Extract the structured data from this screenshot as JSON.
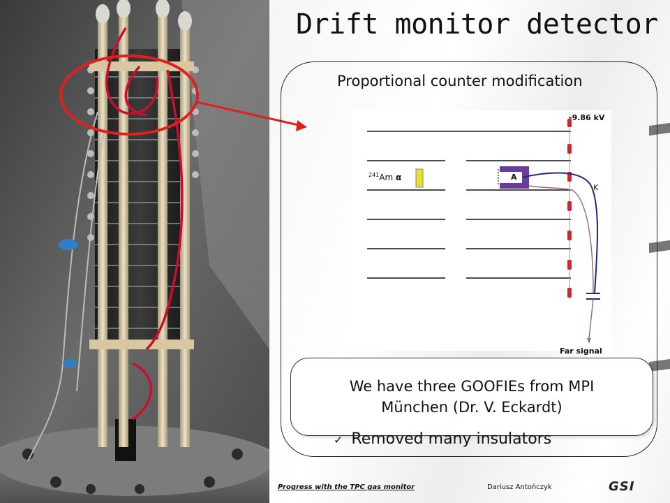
{
  "slide": {
    "title": "Drift monitor detector",
    "subtitle": "Proportional counter modification",
    "callout": "We have three GOOFIEs from MPI München   (Dr. V. Eckardt)",
    "bullet": "Removed many insulators",
    "footer_left": "Progress with the TPC gas monitor",
    "footer_right": "Dariusz Antończyk",
    "logo_text": "GSI"
  },
  "schematic": {
    "voltage_label": "-9.86 kV",
    "source_mass": "241",
    "source_element": "Am",
    "source_particle": "α",
    "anode_label": "A",
    "cathode_label": "K",
    "signal_label": "Far signal"
  },
  "colors": {
    "highlight_red": "#e02020",
    "resistor_red": "#cc2a2a",
    "wire_navy": "#1f2a6e",
    "wire_purple": "#6a3d9a",
    "source_yellow": "#e8e030"
  },
  "icons": {
    "bullet": "check-icon"
  }
}
